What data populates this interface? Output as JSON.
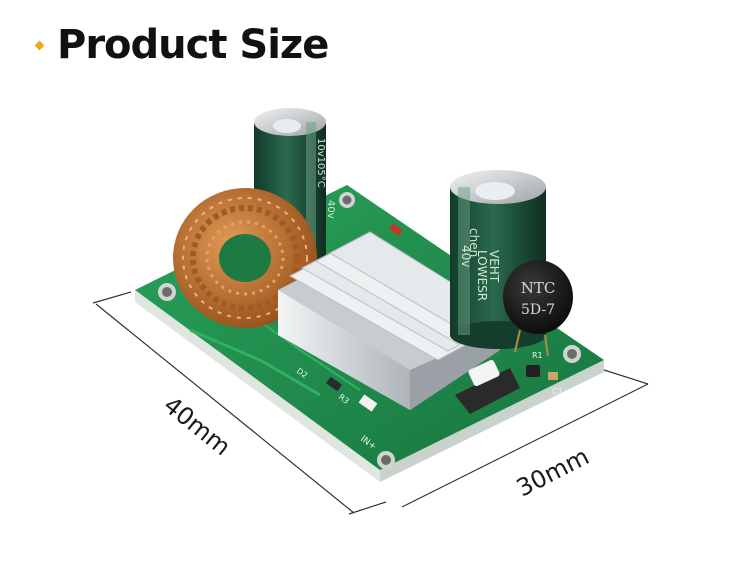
{
  "header": {
    "title": "Product Size"
  },
  "dimensions": {
    "length": "40mm",
    "width": "30mm"
  },
  "board": {
    "silkscreen": {
      "input": "IN+",
      "d2": "D2",
      "r3": "R3",
      "r1": "R1",
      "c1": "C1"
    },
    "capacitor_left": {
      "text_1": "10v105°C",
      "text_2": "40v"
    },
    "capacitor_right": {
      "brand": "chen",
      "text_1": "VEHT",
      "text_2": "LOWESR",
      "text_3": "40v"
    },
    "ntc": {
      "line1": "NTC",
      "line2": "5D-7"
    }
  },
  "colors": {
    "bullet": "#f5a623",
    "pcb": "#1f8a4c",
    "capacitor": "#1e4d3a",
    "copper": "#c8752f",
    "heatsink": "#d9dde0"
  }
}
